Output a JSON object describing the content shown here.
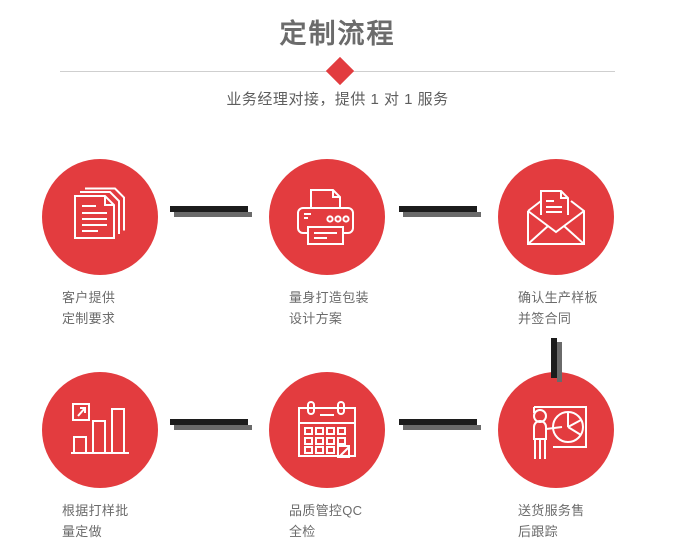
{
  "header": {
    "title": "定制流程",
    "subtitle": "业务经理对接，提供 1 对 1 服务",
    "diamond_color": "#e23c3f",
    "rule_color": "#cfcfcf",
    "title_color": "#6b6b6b"
  },
  "theme": {
    "accent": "#e33c3f",
    "icon_stroke": "#ffffff",
    "label_color": "#6b6b6b",
    "connector_dark": "#1c1c1c",
    "connector_shadow": "#6a6a6a",
    "background": "#ffffff"
  },
  "flow": {
    "steps": [
      {
        "index": 1,
        "icon": "documents-stack-icon",
        "label": "客户提供\n定制要求"
      },
      {
        "index": 2,
        "icon": "printer-icon",
        "label": "量身打造包装\n设计方案"
      },
      {
        "index": 3,
        "icon": "envelope-document-icon",
        "label": "确认生产样板\n并签合同"
      },
      {
        "index": 4,
        "icon": "bar-chart-growth-icon",
        "label": "根据打样批\n量定做"
      },
      {
        "index": 5,
        "icon": "calendar-check-icon",
        "label": "品质管控QC\n全检"
      },
      {
        "index": 6,
        "icon": "presenter-pie-chart-icon",
        "label": "送货服务售\n后跟踪"
      }
    ],
    "connectors": [
      {
        "name": "connector-step1-step2",
        "orientation": "horizontal"
      },
      {
        "name": "connector-step2-step3",
        "orientation": "horizontal"
      },
      {
        "name": "connector-step3-step6",
        "orientation": "vertical"
      },
      {
        "name": "connector-step4-step5",
        "orientation": "horizontal"
      },
      {
        "name": "connector-step5-step6",
        "orientation": "horizontal"
      }
    ]
  }
}
